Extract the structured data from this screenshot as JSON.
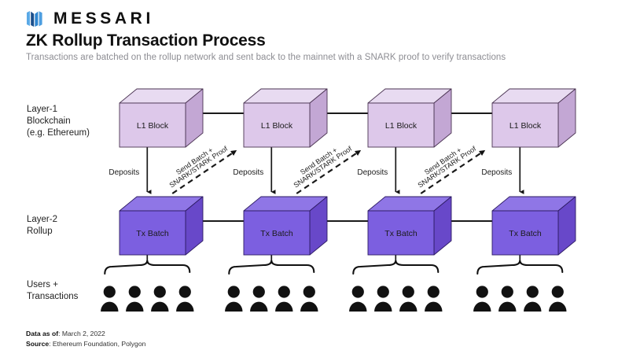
{
  "brand": {
    "name": "MESSARI",
    "logo_icon": "messari-logo-icon"
  },
  "header": {
    "title": "ZK Rollup Transaction Process",
    "subtitle": "Transactions are batched on the rollup network and sent back to the mainnet with a SNARK proof to verify transactions"
  },
  "rows": {
    "layer1_label": [
      "Layer-1",
      "Blockchain",
      "(e.g. Ethereum)"
    ],
    "layer2_label": [
      "Layer-2",
      "Rollup"
    ],
    "users_label": [
      "Users +",
      "Transactions"
    ]
  },
  "diagram": {
    "layer1_blocks": [
      {
        "label": "L1 Block"
      },
      {
        "label": "L1 Block"
      },
      {
        "label": "L1 Block"
      },
      {
        "label": "L1 Block"
      }
    ],
    "layer2_blocks": [
      {
        "label": "Tx Batch"
      },
      {
        "label": "Tx Batch"
      },
      {
        "label": "Tx Batch"
      },
      {
        "label": "Tx Batch"
      }
    ],
    "deposit_labels": [
      "Deposits",
      "Deposits",
      "Deposits",
      "Deposits"
    ],
    "proof_labels": [
      {
        "line1": "Send Batch +",
        "line2": "SNARK/STARK Proof"
      },
      {
        "line1": "Send Batch +",
        "line2": "SNARK/STARK Proof"
      },
      {
        "line1": "Send Batch +",
        "line2": "SNARK/STARK Proof"
      }
    ],
    "user_groups": [
      {
        "count": 4
      },
      {
        "count": 4
      },
      {
        "count": 4
      },
      {
        "count": 4
      }
    ]
  },
  "footer": {
    "data_as_of_label": "Data as of",
    "data_as_of_value": ": March 2, 2022",
    "source_label": "Source",
    "source_value": ": Ethereum Foundation, Polygon"
  },
  "colors": {
    "l1_front": "#ddc8ea",
    "l1_top": "#e8dbf1",
    "l1_side": "#c3a7d4",
    "l1_stroke": "#4a3352",
    "l2_front": "#7c5fe0",
    "l2_top": "#8f76e6",
    "l2_side": "#6848c9",
    "l2_stroke": "#2d1b63",
    "line": "#1a1a1a",
    "brand_blue": "#2a7fd4",
    "subtitle": "#8d8d93"
  }
}
